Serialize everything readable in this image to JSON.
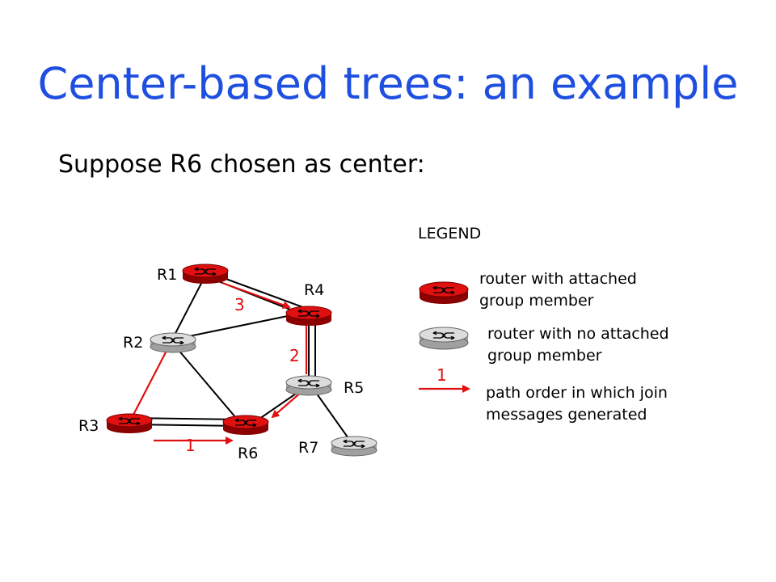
{
  "title": "Center-based trees: an example",
  "subtitle": "Suppose R6 chosen as center:",
  "legend": {
    "title": "LEGEND",
    "member_text": "router with attached group member",
    "nonmember_line1": "router with no attached",
    "nonmember_line2": "group member",
    "member_line1": "router with attached",
    "member_line2": "group member",
    "path_line1": "path order in which join",
    "path_line2": "messages generated",
    "path_number": "1"
  },
  "routers": {
    "r1": "R1",
    "r2": "R2",
    "r3": "R3",
    "r4": "R4",
    "r5": "R5",
    "r6": "R6",
    "r7": "R7"
  },
  "join_order": {
    "first": "1",
    "second": "2",
    "third": "3"
  },
  "colors": {
    "title": "#1f4fe0",
    "member_router": "#e01010",
    "nonmember_router": "#d4d4d4",
    "join_path": "#e01010"
  }
}
